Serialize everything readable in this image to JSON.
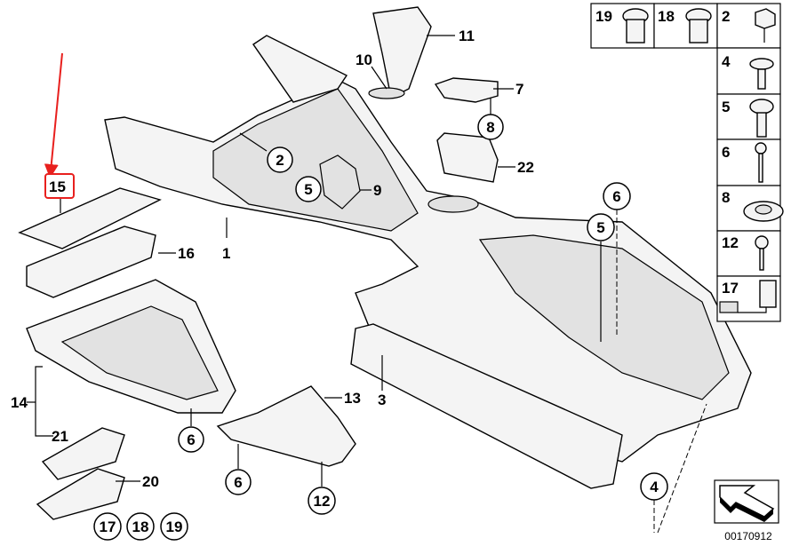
{
  "diagram_id": "00170912",
  "highlight_color": "#e8201e",
  "highlighted_part": "15",
  "callouts": {
    "p11": "11",
    "p10": "10",
    "p7": "7",
    "p8": "8",
    "p22": "22",
    "p2": "2",
    "p5a": "5",
    "p9": "9",
    "p15": "15",
    "p16": "16",
    "p1": "1",
    "p6a": "6",
    "p5b": "5",
    "p14": "14",
    "p21": "21",
    "p13": "13",
    "p3": "3",
    "p6b": "6",
    "p6c": "6",
    "p12": "12",
    "p20": "20",
    "p17": "17",
    "p18": "18",
    "p19": "19",
    "p4": "4"
  },
  "legend_parts": [
    "19",
    "18",
    "2",
    "4",
    "5",
    "6",
    "8",
    "12",
    "17"
  ]
}
